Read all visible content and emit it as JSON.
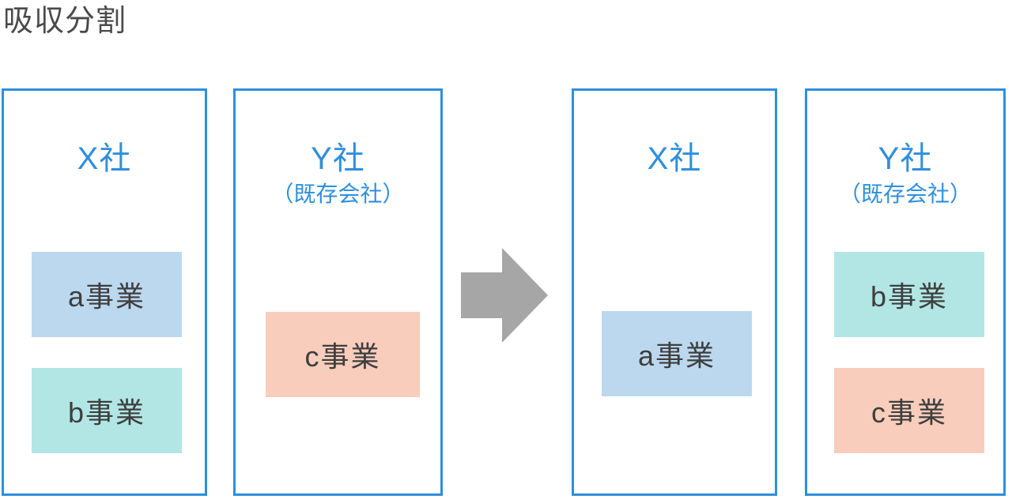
{
  "title": "吸収分割",
  "colors": {
    "box_border": "#2f8fdd",
    "company_label": "#2f8fdd",
    "title_text": "#4a4a4a",
    "tag_text": "#3e3e3e",
    "tag_blue": "#bcd8ef",
    "tag_teal": "#b2e6e4",
    "tag_pink": "#f8cdbc",
    "arrow": "#a6a6a6",
    "background": "#ffffff"
  },
  "diagram": {
    "type": "before-after-transformation",
    "arrow": {
      "direction": "right",
      "icon": "right-block-arrow"
    },
    "before": {
      "label": "before",
      "companies": [
        {
          "id": "x-before",
          "name": "X社",
          "subname": "",
          "units": [
            {
              "label": "a事業",
              "color": "tag_blue"
            },
            {
              "label": "b事業",
              "color": "tag_teal"
            }
          ]
        },
        {
          "id": "y-before",
          "name": "Y社",
          "subname": "（既存会社）",
          "units": [
            {
              "label": "c事業",
              "color": "tag_pink"
            }
          ]
        }
      ]
    },
    "after": {
      "label": "after",
      "companies": [
        {
          "id": "x-after",
          "name": "X社",
          "subname": "",
          "units": [
            {
              "label": "a事業",
              "color": "tag_blue"
            }
          ]
        },
        {
          "id": "y-after",
          "name": "Y社",
          "subname": "（既存会社）",
          "units": [
            {
              "label": "b事業",
              "color": "tag_teal"
            },
            {
              "label": "c事業",
              "color": "tag_pink"
            }
          ]
        }
      ]
    }
  }
}
